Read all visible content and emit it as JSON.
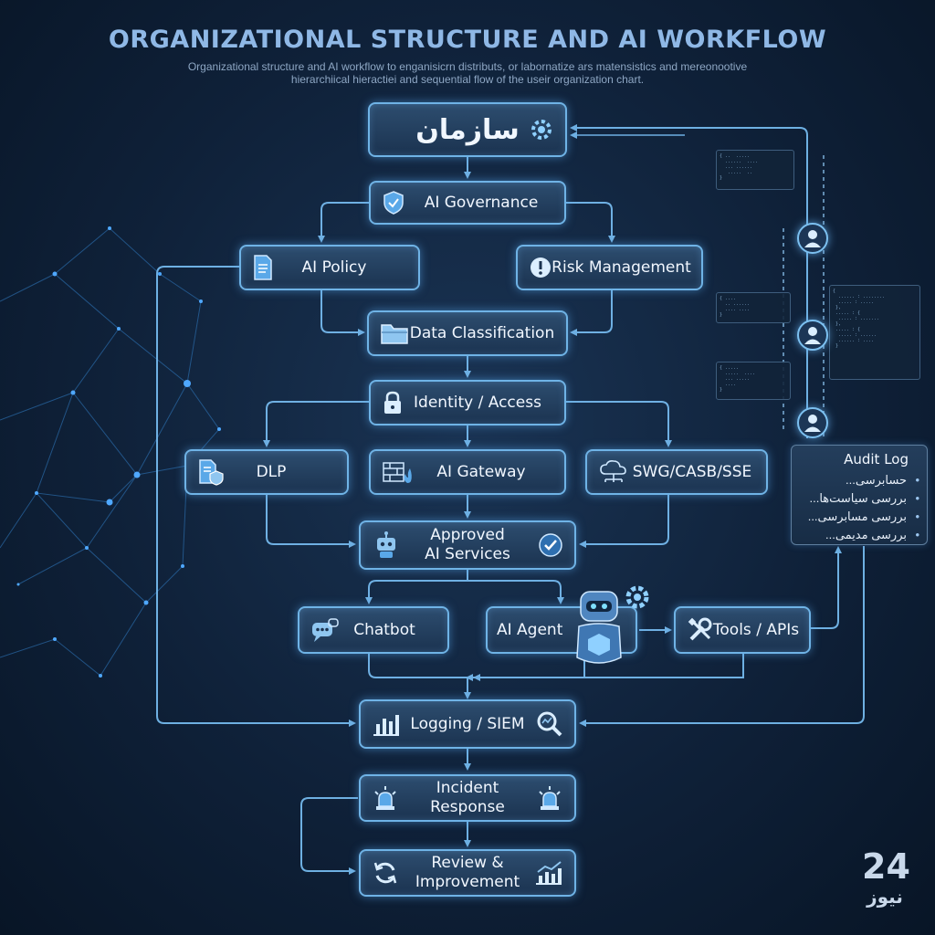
{
  "title": "ORGANIZATIONAL STRUCTURE AND AI WORKFLOW",
  "subtitle": "Organizational structure and AI workflow to enganisicrn distributs, or labornatize ars matensistics and mereonootive hierarchiical hieractiei and sequential flow of the useir organization chart.",
  "nodes": {
    "org": "سازمان",
    "governance": "AI Governance",
    "policy": "AI Policy",
    "risk": "Risk Management",
    "data_class": "Data Classification",
    "identity": "Identity / Access",
    "dlp": "DLP",
    "gateway": "AI Gateway",
    "swg": "SWG/CASB/SSE",
    "approved": "Approved\nAI Services",
    "chatbot": "Chatbot",
    "agent": "AI Agent",
    "tools": "Tools / APIs",
    "logging": "Logging / SIEM",
    "incident": "Incident\nResponse",
    "review": "Review &\nImprovement"
  },
  "audit_log": {
    "title": "Audit Log",
    "items": [
      "حسابرسی...",
      "بررسی سیاست‌ها...",
      "بررسی مسابرسی...",
      "بررسی مدیمی..."
    ]
  },
  "logo_text": "نیوز",
  "logo_number": "24",
  "colors": {
    "background": "#0f2139",
    "node_border": "#6fb3e6",
    "connector": "#74b8ec",
    "title": "#8fb8e6"
  }
}
